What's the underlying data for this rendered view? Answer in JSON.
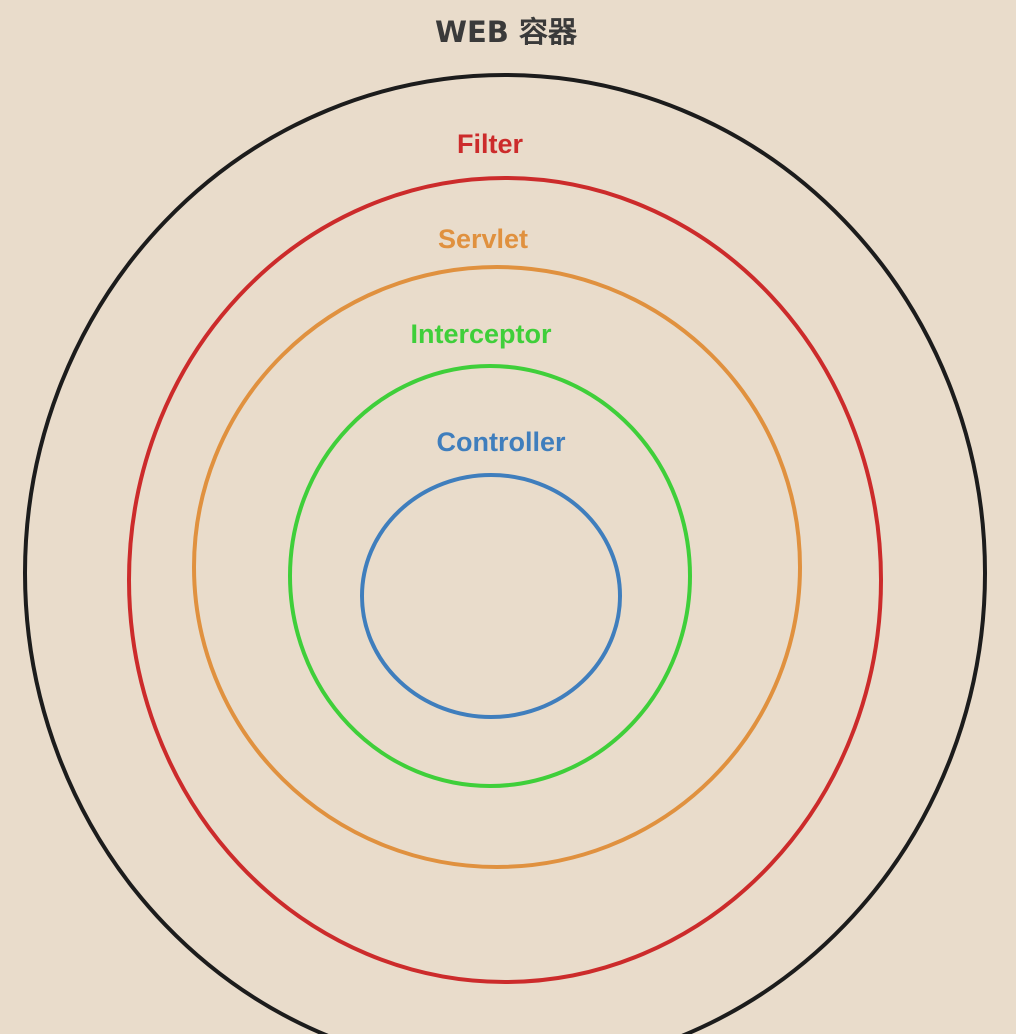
{
  "diagram": {
    "title": "WEB 容器",
    "layers": [
      {
        "key": "web",
        "label": "",
        "color": "#1c1c1c"
      },
      {
        "key": "filter",
        "label": "Filter",
        "color": "#cc2b2b"
      },
      {
        "key": "servlet",
        "label": "Servlet",
        "color": "#e0913f"
      },
      {
        "key": "interceptor",
        "label": "Interceptor",
        "color": "#3fcf3a"
      },
      {
        "key": "controller",
        "label": "Controller",
        "color": "#3f7ebd"
      }
    ]
  }
}
